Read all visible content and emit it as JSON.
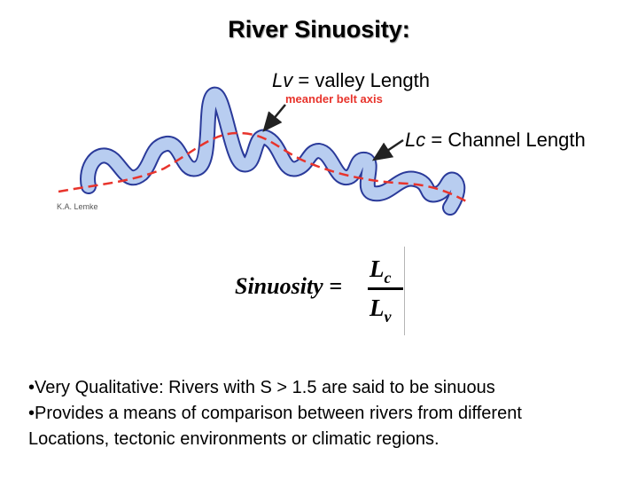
{
  "title": "River Sinuosity:",
  "labels": {
    "lv_var": "Lv",
    "lv_rest": " = valley Length",
    "axis": "meander belt axis",
    "lc_var": "Lc",
    "lc_rest": " = Channel Length",
    "credit": "K.A. Lemke"
  },
  "formula": {
    "word": "Sinuosity =",
    "num_main": "L",
    "num_sub": "c",
    "den_main": "L",
    "den_sub": "v"
  },
  "bullets": [
    "•Very Qualitative:  Rivers with S > 1.5 are said to be sinuous",
    "•Provides a means of comparison between rivers from different",
    "Locations, tectonic environments or climatic regions."
  ],
  "colors": {
    "river_fill": "#b8cdf0",
    "river_outline": "#2a3a9a",
    "axis_line": "#e8342c",
    "arrow": "#222222"
  }
}
